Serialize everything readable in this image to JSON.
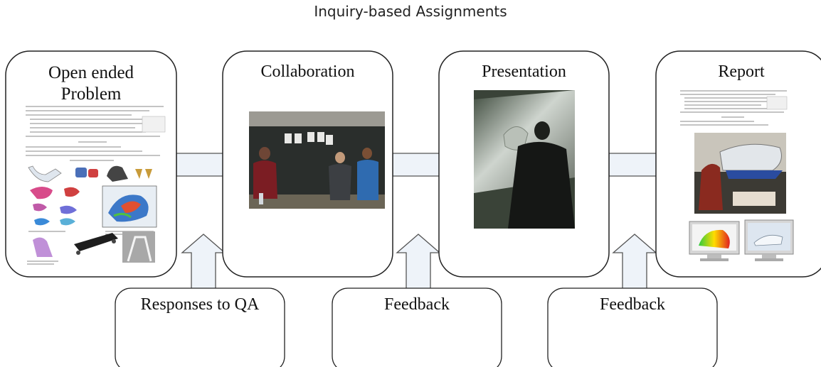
{
  "title": "Inquiry-based Assignments",
  "stages": [
    {
      "label_lines": [
        "Open ended",
        "Problem"
      ]
    },
    {
      "label_lines": [
        "Collaboration"
      ]
    },
    {
      "label_lines": [
        "Presentation"
      ]
    },
    {
      "label_lines": [
        "Report"
      ]
    }
  ],
  "inputs": [
    {
      "label": "Responses to QA"
    },
    {
      "label": "Feedback"
    },
    {
      "label": "Feedback"
    }
  ],
  "colors": {
    "arrow_fill": "#eef3f9",
    "arrow_stroke": "#555555",
    "box_stroke": "#222222"
  }
}
